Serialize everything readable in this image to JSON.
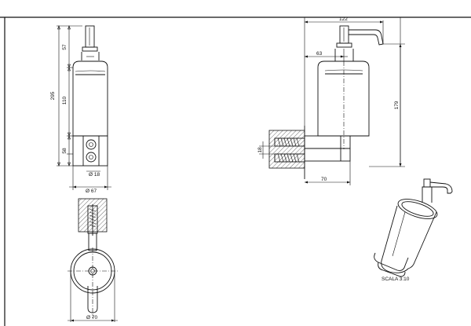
{
  "dimensions": {
    "front_total_height": "295",
    "front_top_height": "57",
    "front_body_height": "110",
    "front_base_height": "58",
    "front_hole_diameter": "Ø 18",
    "front_width": "Ø 67",
    "side_total_width": "122",
    "side_wall_to_axis": "63",
    "side_height": "179",
    "side_bracket": "70",
    "side_hole": "18",
    "plan_diameter": "Ø 70"
  },
  "scale_label": "SCALA 3:10",
  "colors": {
    "lines": "#111111",
    "background": "#ffffff"
  }
}
